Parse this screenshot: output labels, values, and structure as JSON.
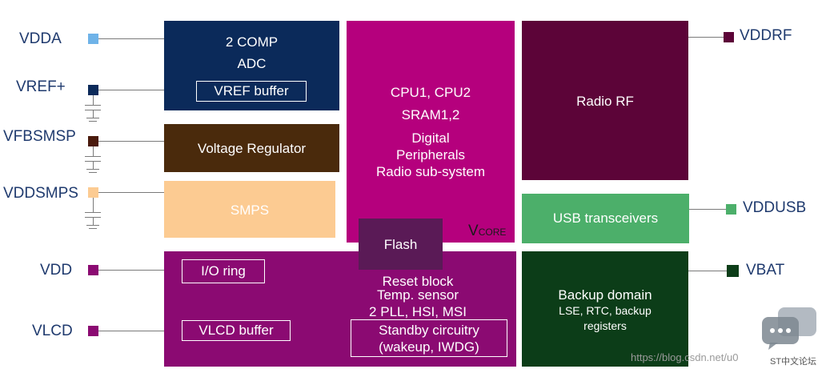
{
  "pins_left": {
    "vdda": "VDDA",
    "vref": "VREF+",
    "vfbsmsp": "VFBSMSP",
    "vddsmps": "VDDSMPS",
    "vdd": "VDD",
    "vlcd": "VLCD"
  },
  "pins_right": {
    "vddrf": "VDDRF",
    "vddusb": "VDDUSB",
    "vbat": "VBAT"
  },
  "blocks": {
    "adc": {
      "line1": "2 COMP",
      "line2": "ADC",
      "vref_buffer": "VREF buffer"
    },
    "regulator": "Voltage Regulator",
    "smps": "SMPS",
    "core": {
      "line1": "CPU1, CPU2",
      "line2": "SRAM1,2",
      "line3": "Digital",
      "line4": "Peripherals",
      "line5": "Radio sub-system",
      "vcore_v": "V",
      "vcore_sub": "CORE"
    },
    "flash": "Flash",
    "radio": "Radio RF",
    "usb": "USB transceivers",
    "vdd_domain": {
      "io_ring": "I/O ring",
      "vlcd_buffer": "VLCD buffer",
      "reset_block": "Reset block",
      "temp_sensor": "Temp. sensor",
      "pll": "2 PLL, HSI, MSI",
      "standby_line1": "Standby circuitry",
      "standby_line2": "(wakeup, IWDG)"
    },
    "backup": {
      "title": "Backup domain",
      "line2": "LSE, RTC, backup",
      "line3": "registers"
    }
  },
  "watermark": {
    "url": "https://blog.csdn.net/u0",
    "logo_text": "ST中文论坛"
  },
  "colors": {
    "navy": "#0b2a5a",
    "brown": "#4a2a0c",
    "smps": "#fccb92",
    "magenta": "#b5007d",
    "flash": "#5a1a56",
    "radio": "#5c0438",
    "usb": "#4caf6a",
    "vdd_domain": "#8b0a72",
    "backup": "#0c3d18",
    "pin_vdda": "#6fb3e8",
    "pin_navy": "#0b2a5a",
    "pin_brown": "#4a1a0c",
    "pin_smps": "#fccb92",
    "pin_magenta": "#8b0a72",
    "pin_vddrf": "#5c0438",
    "pin_usb": "#4caf6a",
    "pin_vbat": "#0c3d18"
  }
}
